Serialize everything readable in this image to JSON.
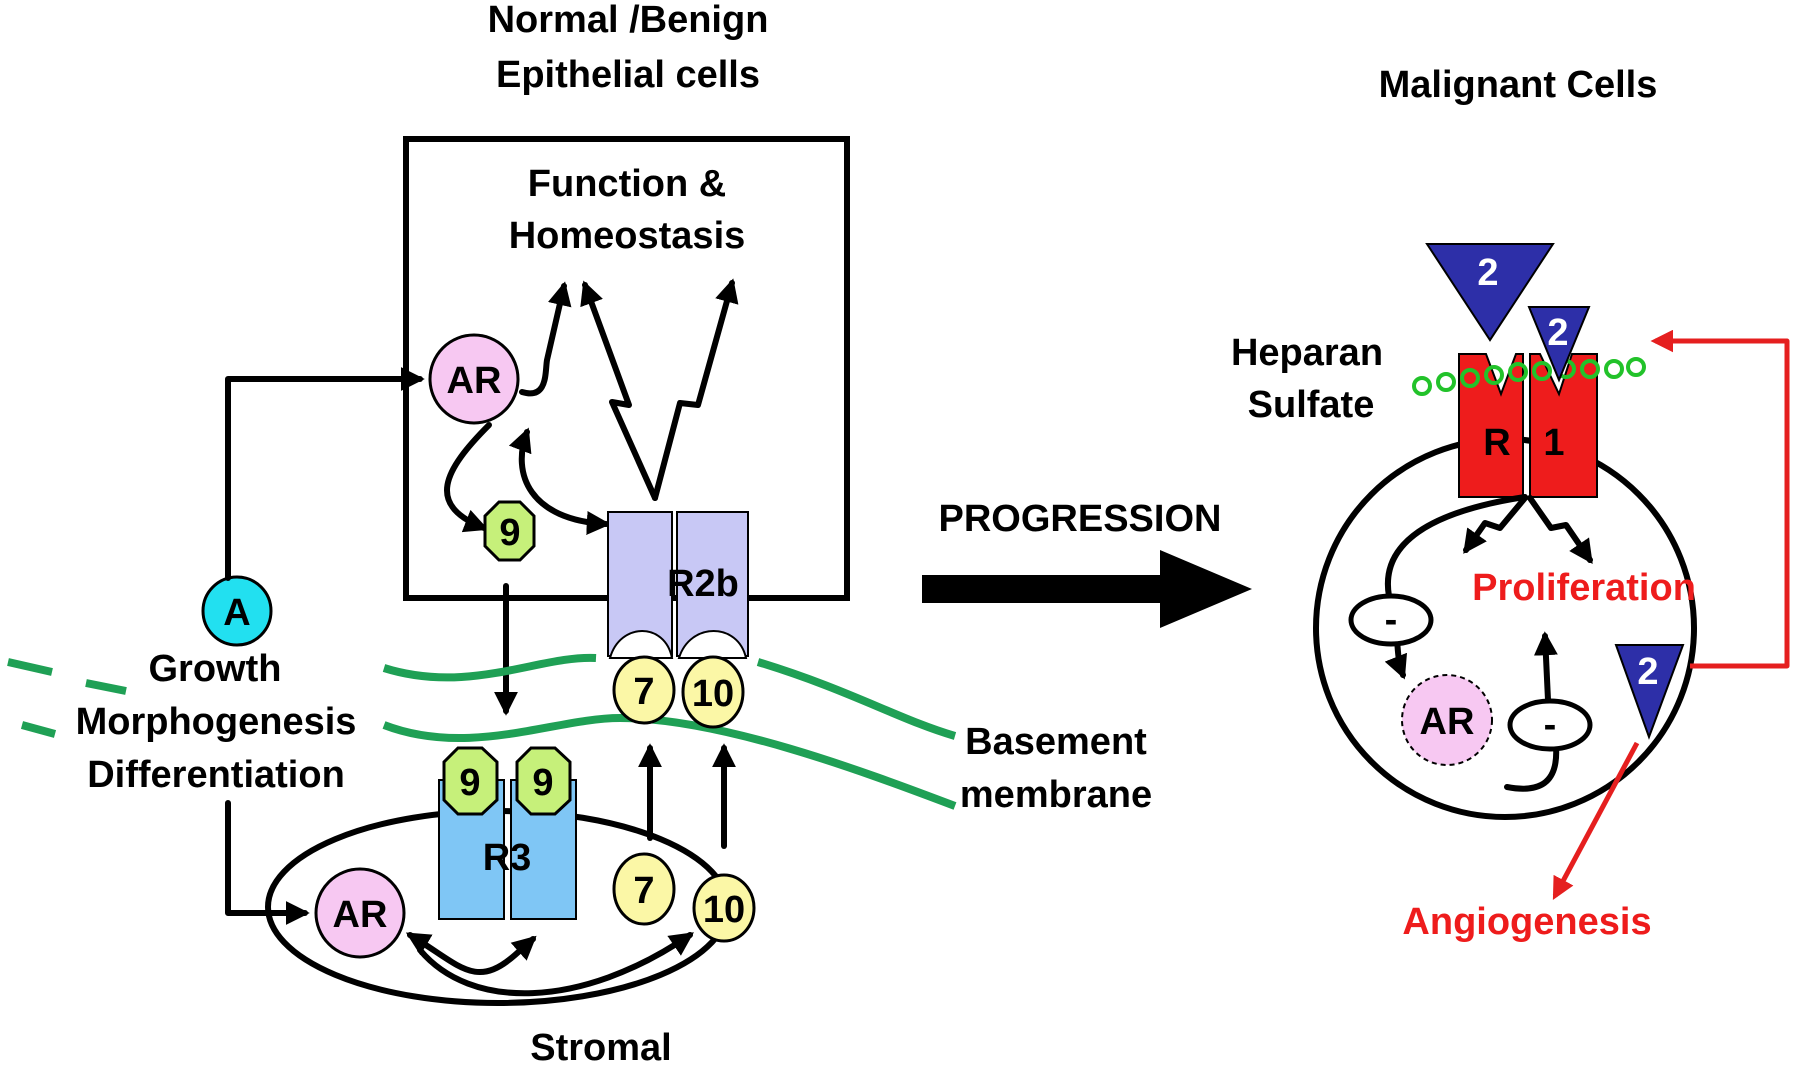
{
  "labels": {
    "normal_title_1": "Normal /Benign",
    "normal_title_2": "Epithelial cells",
    "malignant_title": "Malignant Cells",
    "function_1": "Function &",
    "function_2": "Homeostasis",
    "growth": "Growth",
    "morphogenesis": "Morphogenesis",
    "differentiation": "Differentiation",
    "basement_1": "Basement",
    "basement_2": "membrane",
    "stromal": "Stromal",
    "progression": "PROGRESSION",
    "heparan_1": "Heparan",
    "heparan_2": "Sulfate",
    "proliferation": "Proliferation",
    "angiogenesis": "Angiogenesis"
  },
  "nodes": {
    "ar": "AR",
    "androgen": "A",
    "fgf9": "9",
    "fgf7": "7",
    "fgf10": "10",
    "fgf2": "2",
    "r2b": "R2b",
    "r3": "R3",
    "r1_left": "R",
    "r1_right": "1",
    "inhibit": "-"
  },
  "colors": {
    "ar_fill": "#f7c8f2",
    "androgen_fill": "#22e0f0",
    "fgf9_fill": "#c6f07a",
    "fgf7_fill": "#fbf7a6",
    "fgf2_fill": "#2d2fa8",
    "r2b_fill": "#c8c8f5",
    "r3_fill": "#7fc6f5",
    "r1_fill": "#ee1c1c",
    "basement_membrane": "#1fa055",
    "heparan_sulfate": "#22c22a",
    "malignant_label": "#ee1c1c"
  }
}
